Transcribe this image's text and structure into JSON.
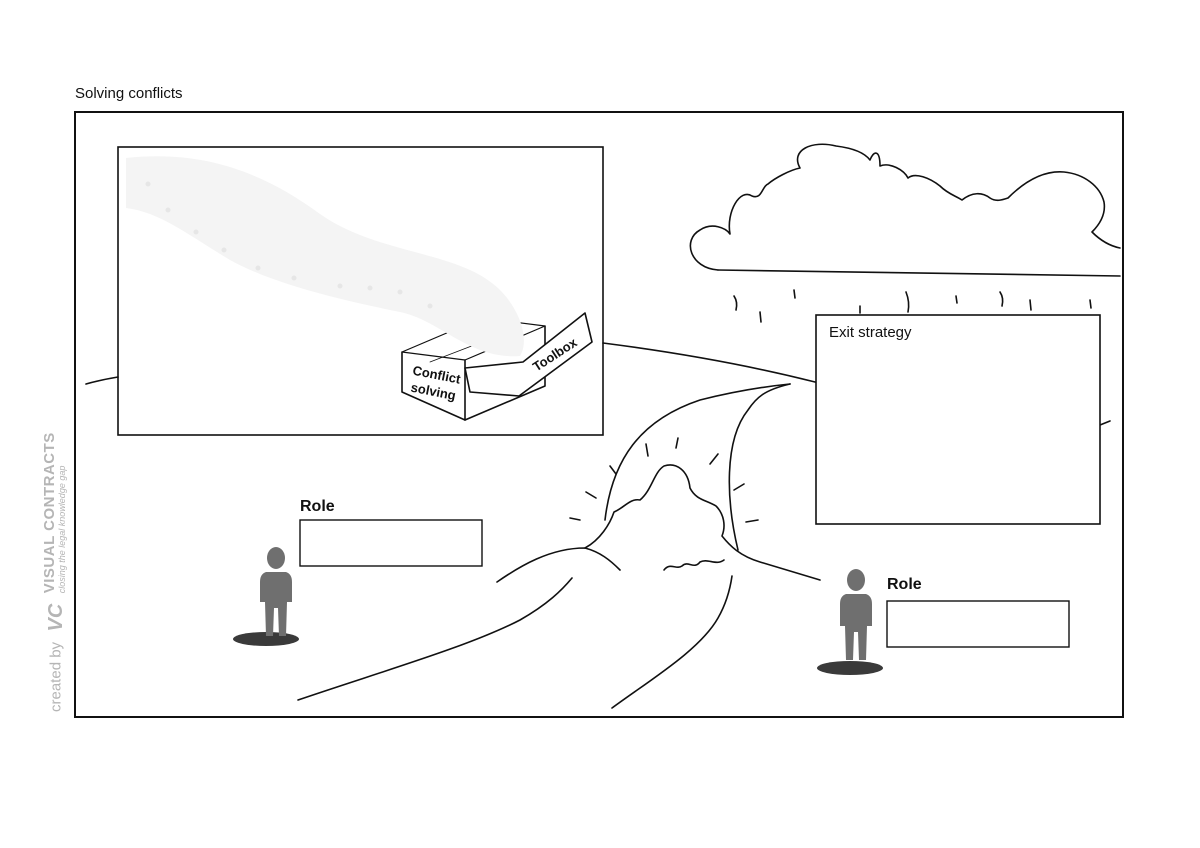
{
  "page": {
    "title": "Solving conflicts"
  },
  "panels": {
    "exit_strategy": "Exit strategy",
    "role_left": "Role",
    "role_right": "Role"
  },
  "toolbox": {
    "front_label": "Conflict solving",
    "lid_label": "Toolbox"
  },
  "watermark": {
    "prefix": "created by",
    "logo": "VC",
    "brand": "VISUAL CONTRACTS",
    "tagline": "closing the legal knowledge gap"
  },
  "colors": {
    "line": "#111111",
    "figure": "#6f6f6f",
    "shadow": "#3a3a3a",
    "watermark": "#b5b5b5"
  }
}
